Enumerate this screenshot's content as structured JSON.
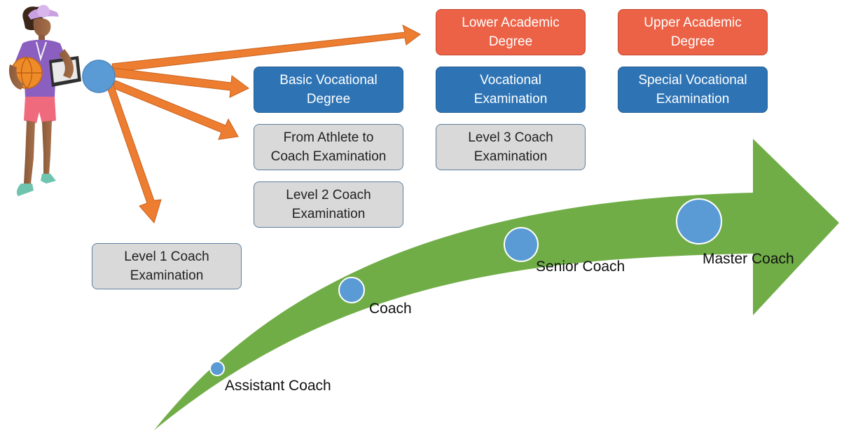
{
  "colors": {
    "academic": "#EB6246",
    "vocational": "#2E74B5",
    "examination": "#D9D9D9",
    "arrow_orange": "#ED7D31",
    "progress_arrow_green": "#70AD47",
    "node_blue": "#5B9BD5"
  },
  "icons": {
    "person": "coach-with-clipboard-and-basketball-icon"
  },
  "boxes": {
    "lower_academic": "Lower Academic\nDegree",
    "upper_academic": "Upper Academic\nDegree",
    "basic_vocational": "Basic Vocational\nDegree",
    "vocational_exam": "Vocational\nExamination",
    "special_vocational": "Special Vocational\nExamination",
    "athlete_to_coach": "From Athlete to\nCoach Examination",
    "level3": "Level 3 Coach\nExamination",
    "level2": "Level 2 Coach\nExamination",
    "level1": "Level 1 Coach\nExamination"
  },
  "stages": {
    "assistant": "Assistant Coach",
    "coach": "Coach",
    "senior": "Senior Coach",
    "master": "Master Coach"
  }
}
